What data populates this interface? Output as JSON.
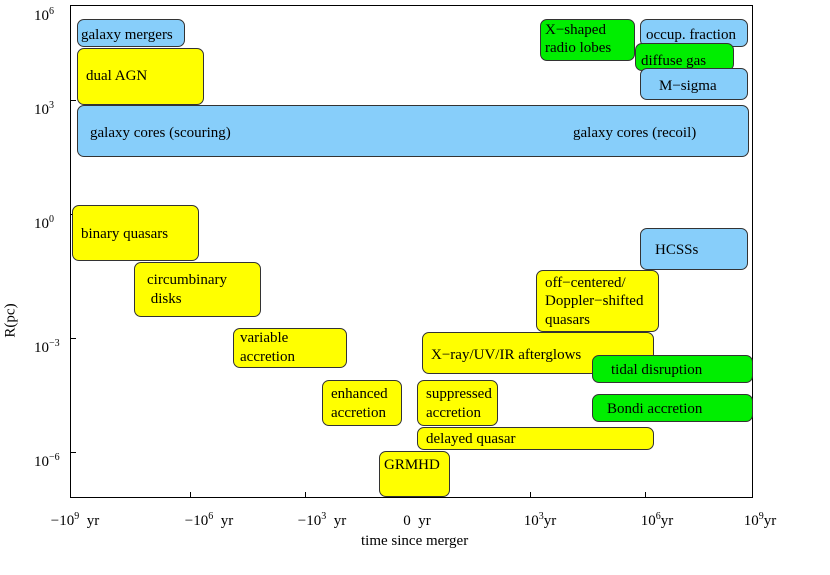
{
  "axes": {
    "ylabel": "R(pc)",
    "xlabel": "time since merger",
    "y_ticks": [
      {
        "base": "10",
        "exp": "6"
      },
      {
        "base": "10",
        "exp": "3"
      },
      {
        "base": "10",
        "exp": "0"
      },
      {
        "base": "10",
        "exp": "−3"
      },
      {
        "base": "10",
        "exp": "−6"
      }
    ],
    "x_ticks": [
      {
        "pre": "−10",
        "exp": "9",
        "post": "  yr"
      },
      {
        "pre": "−10",
        "exp": "6",
        "post": "  yr"
      },
      {
        "pre": "−10",
        "exp": "3",
        "post": "  yr"
      },
      {
        "pre": "0  yr",
        "exp": "",
        "post": ""
      },
      {
        "pre": "10",
        "exp": "3",
        "post": "yr"
      },
      {
        "pre": "10",
        "exp": "6",
        "post": "yr"
      },
      {
        "pre": "10",
        "exp": "9",
        "post": "yr"
      }
    ]
  },
  "colors": {
    "blue": "#87cefa",
    "yellow": "#ffff00",
    "green": "#00ee00"
  },
  "boxes": [
    {
      "id": "galaxy-mergers",
      "color": "blue",
      "lines": [
        "galaxy mergers"
      ]
    },
    {
      "id": "dual-agn",
      "color": "yellow",
      "lines": [
        "dual AGN"
      ]
    },
    {
      "id": "galaxy-cores",
      "color": "blue",
      "lines": [
        "galaxy cores (scouring)",
        "galaxy cores (recoil)"
      ]
    },
    {
      "id": "x-shaped-lobes",
      "color": "green",
      "lines": [
        "X−shaped",
        "radio lobes"
      ]
    },
    {
      "id": "occup-fraction",
      "color": "blue",
      "lines": [
        "occup. fraction"
      ]
    },
    {
      "id": "diffuse-gas",
      "color": "green",
      "lines": [
        "diffuse gas"
      ]
    },
    {
      "id": "m-sigma",
      "color": "blue",
      "lines": [
        "M−sigma"
      ]
    },
    {
      "id": "binary-quasars",
      "color": "yellow",
      "lines": [
        "binary quasars"
      ]
    },
    {
      "id": "hcsss",
      "color": "blue",
      "lines": [
        "HCSSs"
      ]
    },
    {
      "id": "circumbinary-disks",
      "color": "yellow",
      "lines": [
        "circumbinary",
        " disks"
      ]
    },
    {
      "id": "off-centered",
      "color": "yellow",
      "lines": [
        "off−centered/",
        "Doppler−shifted",
        "quasars"
      ]
    },
    {
      "id": "variable-accretion",
      "color": "yellow",
      "lines": [
        "variable",
        "accretion"
      ]
    },
    {
      "id": "afterglows",
      "color": "yellow",
      "lines": [
        "X−ray/UV/IR afterglows"
      ]
    },
    {
      "id": "tidal-disruption",
      "color": "green",
      "lines": [
        "tidal disruption"
      ]
    },
    {
      "id": "enhanced-accretion",
      "color": "yellow",
      "lines": [
        "enhanced",
        "accretion"
      ]
    },
    {
      "id": "suppressed-accretion",
      "color": "yellow",
      "lines": [
        "suppressed",
        "accretion"
      ]
    },
    {
      "id": "bondi-accretion",
      "color": "green",
      "lines": [
        "Bondi accretion"
      ]
    },
    {
      "id": "delayed-quasar",
      "color": "yellow",
      "lines": [
        "delayed quasar"
      ]
    },
    {
      "id": "grmhd",
      "color": "yellow",
      "lines": [
        "GRMHD"
      ]
    }
  ]
}
